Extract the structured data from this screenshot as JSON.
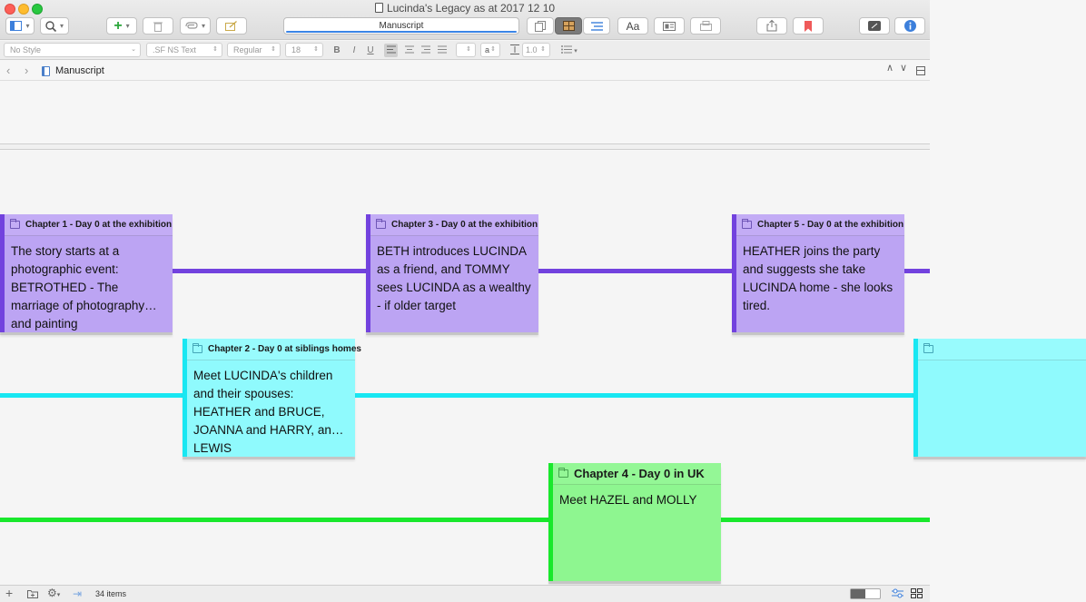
{
  "window": {
    "title": "Lucinda's Legacy as at 2017 12 10"
  },
  "toolbar": {
    "center_field": "Manuscript",
    "font_button": "Aa",
    "add_glyph": "+"
  },
  "formatbar": {
    "style": "No Style",
    "font": ".SF NS Text",
    "weight": "Regular",
    "size": "18",
    "bold": "B",
    "italic": "I",
    "underline": "U",
    "text_color_glyph": "a",
    "line_spacing": "1.0"
  },
  "navbar": {
    "breadcrumb": "Manuscript"
  },
  "timeline": {
    "colors": {
      "purple": "#7242de",
      "cyan": "#18e7f2",
      "green": "#19e82c"
    },
    "cards": [
      {
        "title": "Chapter 1 - Day 0 at the exhibition",
        "body": "The story starts at a photographic event: BETROTHED - The marriage of photography and painting"
      },
      {
        "title": "Chapter 3 - Day 0 at the exhibition",
        "body": "BETH introduces LUCINDA as a friend, and TOMMY sees LUCINDA as a wealthy - if older target"
      },
      {
        "title": "Chapter 5 - Day 0 at the exhibition",
        "body": "HEATHER joins the party and suggests she take LUCINDA home - she looks tired."
      },
      {
        "title": "Chapter 2 - Day 0 at siblings homes",
        "body": "Meet LUCINDA's children and their spouses: HEATHER and BRUCE, JOANNA and HARRY, and LEWIS"
      },
      {
        "title": "Chapter 4 - Day 0 in UK",
        "body": "Meet HAZEL and MOLLY"
      }
    ]
  },
  "statusbar": {
    "item_count": "34 items"
  }
}
